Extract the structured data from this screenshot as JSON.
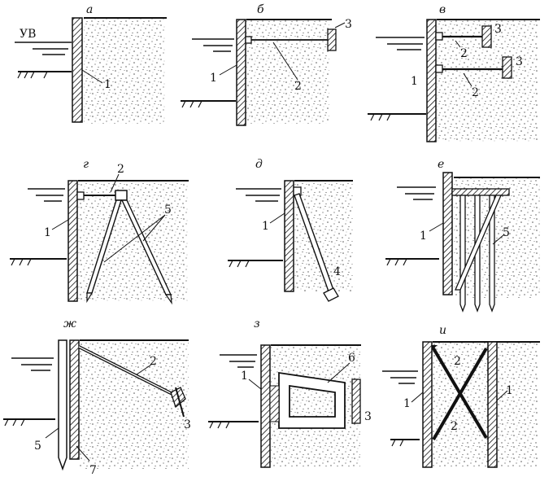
{
  "water_level_label": "УВ",
  "panels": [
    {
      "id": "a",
      "letter": "а",
      "numbers": [
        "1"
      ]
    },
    {
      "id": "b",
      "letter": "б",
      "numbers": [
        "1",
        "2",
        "3"
      ]
    },
    {
      "id": "v",
      "letter": "в",
      "numbers": [
        "1",
        "2",
        "2",
        "3",
        "3"
      ]
    },
    {
      "id": "g",
      "letter": "г",
      "numbers": [
        "1",
        "2",
        "5"
      ]
    },
    {
      "id": "d",
      "letter": "д",
      "numbers": [
        "1",
        "4"
      ]
    },
    {
      "id": "e",
      "letter": "е",
      "numbers": [
        "1",
        "5"
      ]
    },
    {
      "id": "zh",
      "letter": "ж",
      "numbers": [
        "2",
        "3",
        "5",
        "7"
      ]
    },
    {
      "id": "z",
      "letter": "з",
      "numbers": [
        "1",
        "6",
        "3"
      ]
    },
    {
      "id": "i",
      "letter": "и",
      "numbers": [
        "2",
        "1",
        "2",
        "1"
      ]
    }
  ],
  "colors": {
    "ink": "#111111",
    "soil": "#555555",
    "background": "#ffffff"
  }
}
